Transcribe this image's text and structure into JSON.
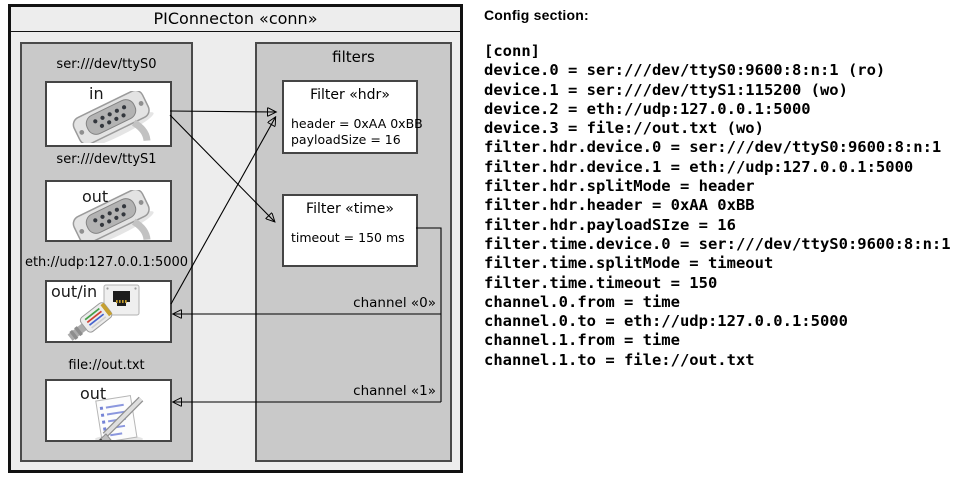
{
  "diagram": {
    "title": "PIConnecton «conn»",
    "devices": [
      {
        "label": "ser:///dev/ttyS0",
        "port": "in"
      },
      {
        "label": "ser:///dev/ttyS1",
        "port": "out"
      },
      {
        "label": "eth://udp:127.0.0.1:5000",
        "port": "out/in"
      },
      {
        "label": "file://out.txt",
        "port": "out"
      }
    ],
    "filters_group": {
      "title": "filters",
      "filters": [
        {
          "title": "Filter «hdr»",
          "attrs": [
            "header = 0xAA 0xBB",
            "payloadSize = 16"
          ]
        },
        {
          "title": "Filter «time»",
          "attrs": [
            "timeout = 150 ms"
          ]
        }
      ],
      "channels": [
        "channel «0»",
        "channel «1»"
      ]
    },
    "colors": {
      "canvas": "#ededed",
      "container_fill": "#c9c9c9",
      "box_fill": "#ffffff",
      "border": "#4a4a4a",
      "line": "#000000"
    }
  },
  "config": {
    "heading": "Config section:",
    "lines": [
      "[conn]",
      "device.0 = ser:///dev/ttyS0:9600:8:n:1 (ro)",
      "device.1 = ser:///dev/ttyS1:115200 (wo)",
      "device.2 = eth://udp:127.0.0.1:5000",
      "device.3 = file://out.txt (wo)",
      "filter.hdr.device.0 = ser:///dev/ttyS0:9600:8:n:1",
      "filter.hdr.device.1 = eth://udp:127.0.0.1:5000",
      "filter.hdr.splitMode = header",
      "filter.hdr.header = 0xAA 0xBB",
      "filter.hdr.payloadSIze = 16",
      "filter.time.device.0 = ser:///dev/ttyS0:9600:8:n:1",
      "filter.time.splitMode = timeout",
      "filter.time.timeout = 150",
      "channel.0.from = time",
      "channel.0.to = eth://udp:127.0.0.1:5000",
      "channel.1.from = time",
      "channel.1.to = file://out.txt"
    ]
  }
}
